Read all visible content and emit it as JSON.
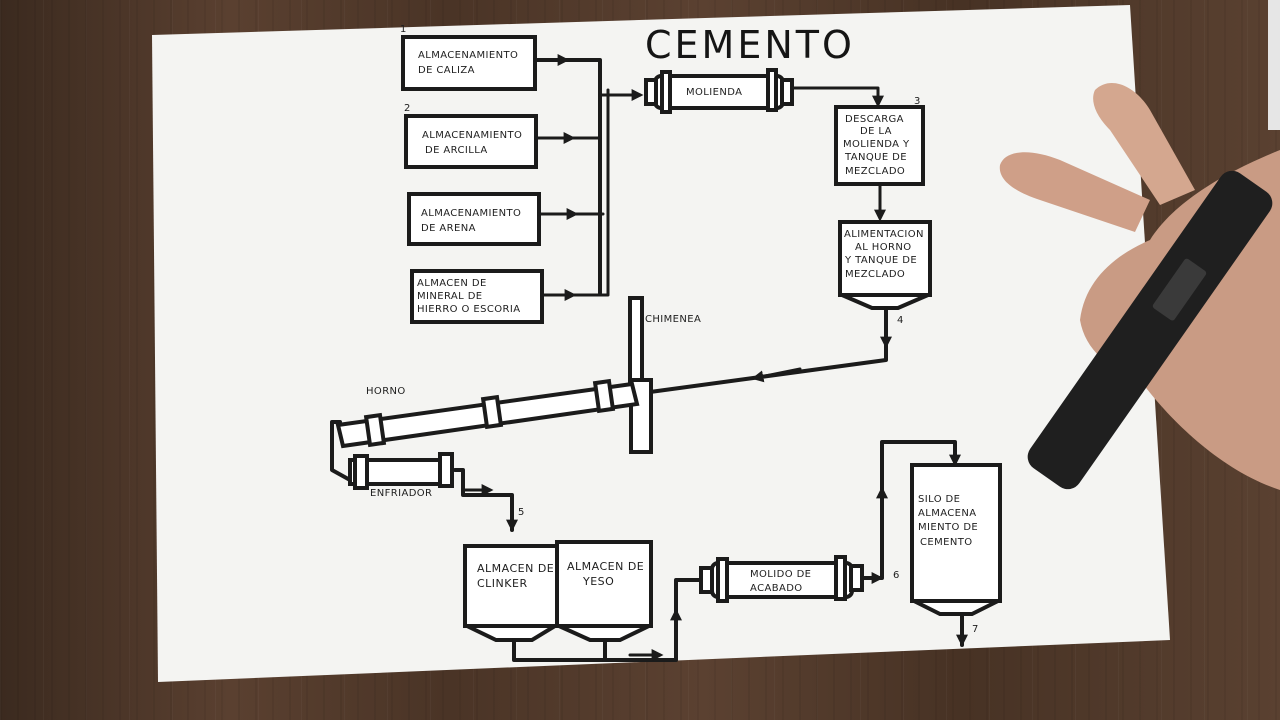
{
  "title": "CEMENTO",
  "storage": [
    {
      "num": "1",
      "lines": [
        "ALMACENAMIENTO",
        "DE CALIZA"
      ]
    },
    {
      "num": "2",
      "lines": [
        "ALMACENAMIENTO",
        "DE ARCILLA"
      ]
    },
    {
      "num": "",
      "lines": [
        "ALMACENAMIENTO",
        "DE ARENA"
      ]
    },
    {
      "num": "",
      "lines": [
        "ALMACEN DE",
        "MINERAL DE",
        "HIERRO O ESCORIA"
      ]
    }
  ],
  "molienda": "MOLIENDA",
  "descarga": {
    "num": "3",
    "lines": [
      "DESCARGA",
      "DE LA",
      "MOLIENDA Y",
      "TANQUE DE",
      "MEZCLADO"
    ]
  },
  "alimentacion": {
    "num": "4",
    "lines": [
      "ALIMENTACION",
      "AL HORNO",
      "Y TANQUE DE",
      "MEZCLADO"
    ]
  },
  "chimenea": "CHIMENEA",
  "horno": "HORNO",
  "enfriador": "ENFRIADOR",
  "num5": "5",
  "clinker": [
    "ALMACEN DE",
    "CLINKER"
  ],
  "yeso": [
    "ALMACEN DE",
    "YESO"
  ],
  "molido": [
    "MOLIDO DE",
    "ACABADO"
  ],
  "num6": "6",
  "silo": [
    "SILO DE",
    "ALMACENA",
    "MIENTO DE",
    "CEMENTO"
  ],
  "num7": "7",
  "colors": {
    "paper": "#f4f4f2",
    "ink": "#1b1b1b",
    "wood": "#4e3828",
    "skin": "#c99b84",
    "marker": "#1f1f1f"
  }
}
